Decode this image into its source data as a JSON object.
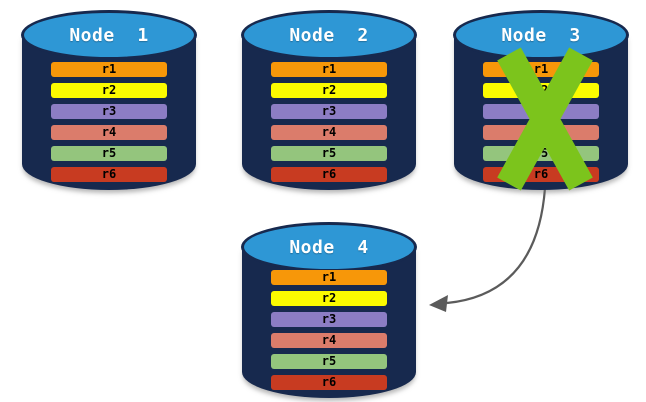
{
  "diagram": {
    "background": "#FFFFFF",
    "colors": {
      "cylinder_body": "#17294E",
      "cylinder_top": "#2E97D5",
      "node_label": "#FFFFFF",
      "failure_x": "#7CC41C",
      "arrow": "#5B5B5B",
      "partition_label": "#000000"
    },
    "partitions": [
      {
        "id": "r1",
        "color": "#F79709"
      },
      {
        "id": "r2",
        "color": "#FBFB00"
      },
      {
        "id": "r3",
        "color": "#8C7DC4"
      },
      {
        "id": "r4",
        "color": "#DB7C6B"
      },
      {
        "id": "r5",
        "color": "#94C57D"
      },
      {
        "id": "r6",
        "color": "#C83B21"
      }
    ],
    "nodes": [
      {
        "label": "Node  1",
        "failed": false
      },
      {
        "label": "Node  2",
        "failed": false
      },
      {
        "label": "Node  3",
        "failed": true
      },
      {
        "label": "Node  4",
        "failed": false
      }
    ]
  }
}
